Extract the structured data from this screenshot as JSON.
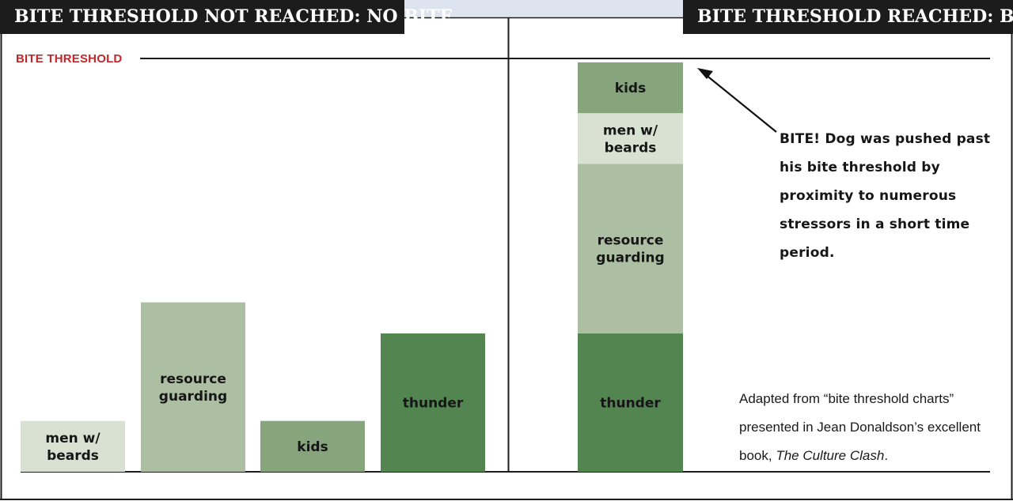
{
  "chart_data": {
    "type": "bar",
    "panels": [
      {
        "title": "BITE THRESHOLD NOT REACHED: NO BITE",
        "layout": "separate bars",
        "categories": [
          "men w/ beards",
          "resource guarding",
          "kids",
          "thunder"
        ],
        "values": [
          18,
          60,
          18,
          49
        ]
      },
      {
        "title": "BITE THRESHOLD REACHED: BITE!",
        "layout": "stacked",
        "stack_bottom_to_top": [
          {
            "name": "thunder",
            "value": 49
          },
          {
            "name": "resource guarding",
            "value": 60
          },
          {
            "name": "men w/ beards",
            "value": 18
          },
          {
            "name": "kids",
            "value": 18
          }
        ]
      }
    ],
    "threshold": {
      "label": "BITE THRESHOLD",
      "value": 142
    },
    "ylim": [
      0,
      150
    ],
    "grid": false,
    "legend": "none",
    "annotation": "BITE! Dog was pushed past his bite threshold by proximity to numerous stressors in a short time period."
  },
  "bar_labels": {
    "men_line1": "men w/",
    "men_line2": "beards",
    "resource_line1": "resource",
    "resource_line2": "guarding",
    "kids": "kids",
    "thunder": "thunder"
  },
  "credit": {
    "line1": "Adapted from “bite threshold charts”",
    "line2": "presented in Jean Donaldson’s excellent",
    "line3_prefix": "book, ",
    "book_title": "The Culture Clash",
    "line3_suffix": "."
  },
  "colors": {
    "men": "#d9e2d2",
    "resource": "#acbfa2",
    "kids": "#86a57c",
    "thunder": "#538551",
    "banner": "#1c1c1c",
    "threshold_label": "#c3272b",
    "top_strip": "#dde3ef"
  }
}
